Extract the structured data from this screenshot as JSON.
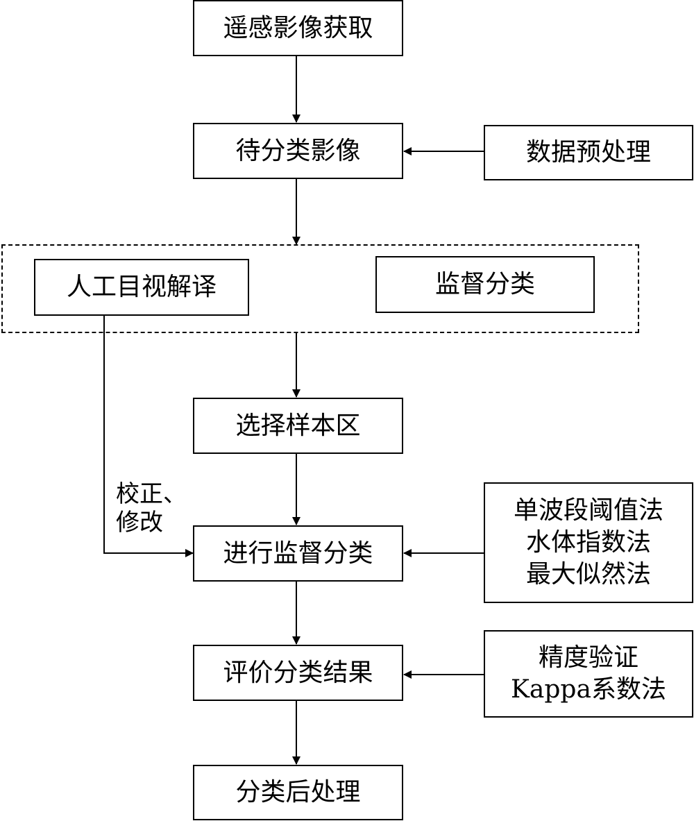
{
  "nodes": {
    "acquire": "遥感影像获取",
    "to_classify": "待分类影像",
    "preprocess": "数据预处理",
    "visual_interpretation": "人工目视解译",
    "supervised": "监督分类",
    "select_samples": "选择样本区",
    "run_supervised": "进行监督分类",
    "methods": [
      "单波段阈值法",
      "水体指数法",
      "最大似然法"
    ],
    "evaluate": "评价分类结果",
    "accuracy": [
      "精度验证",
      "Kappa系数法"
    ],
    "post_process": "分类后处理"
  },
  "edge_labels": {
    "correction": [
      "校正、",
      "修改"
    ]
  }
}
